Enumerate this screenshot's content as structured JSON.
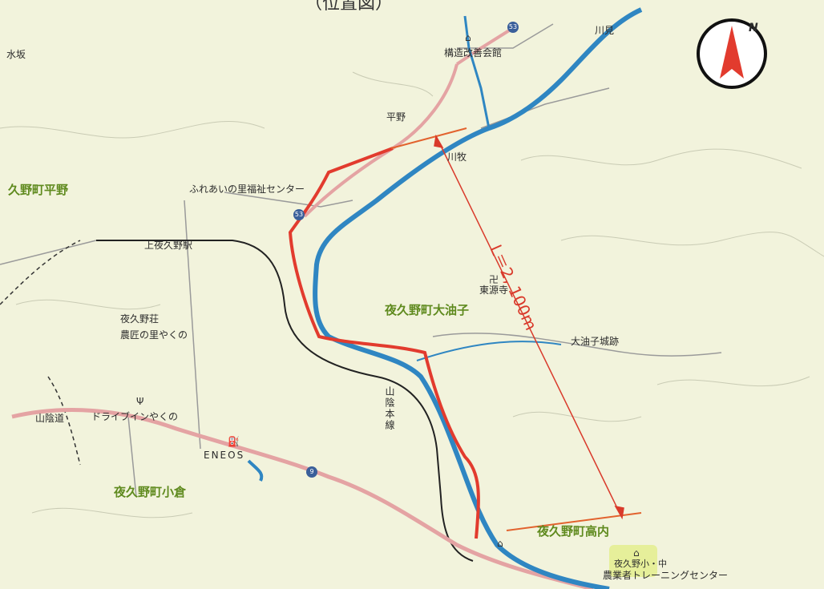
{
  "map": {
    "title": "（位置図）",
    "colors": {
      "river": "#2f86c2",
      "route": "#e23b2e",
      "road": "#e6b3b3",
      "railway": "#222222",
      "area_label": "#5f8a1e",
      "dimension": "#d93a2b"
    },
    "dimension_label": "L＝2, 100m",
    "compass_letter": "N",
    "labels": {
      "mizusaka": "水坂",
      "kozo_kaizen_kaikan": "構造改善会館",
      "kawami": "川見",
      "hirano": "平野",
      "kawamaki": "川牧",
      "yakuno_hirano": "久野町平野",
      "fureai": "ふれあいの里福祉センター",
      "kamiyakuno_station": "上夜久野駅",
      "tougenji": "東源寺",
      "yakuno_oyushi": "夜久野町大油子",
      "yakuno_so": "夜久野荘",
      "nouen": "農匠の里やくの",
      "oyushi_castle": "大油子城跡",
      "sanin_honsen": "山陰本線",
      "sanindo": "山陰道",
      "drive_in": "ドライブインやくの",
      "eneos": "ENEOS",
      "yakuno_ogura": "夜久野町小倉",
      "yakuno_takauchi": "夜久野町高内",
      "training_center": "農業者トレーニングセンター",
      "school": "夜久野小・中"
    },
    "route_numbers": {
      "r9": "9",
      "r53": "53"
    }
  }
}
